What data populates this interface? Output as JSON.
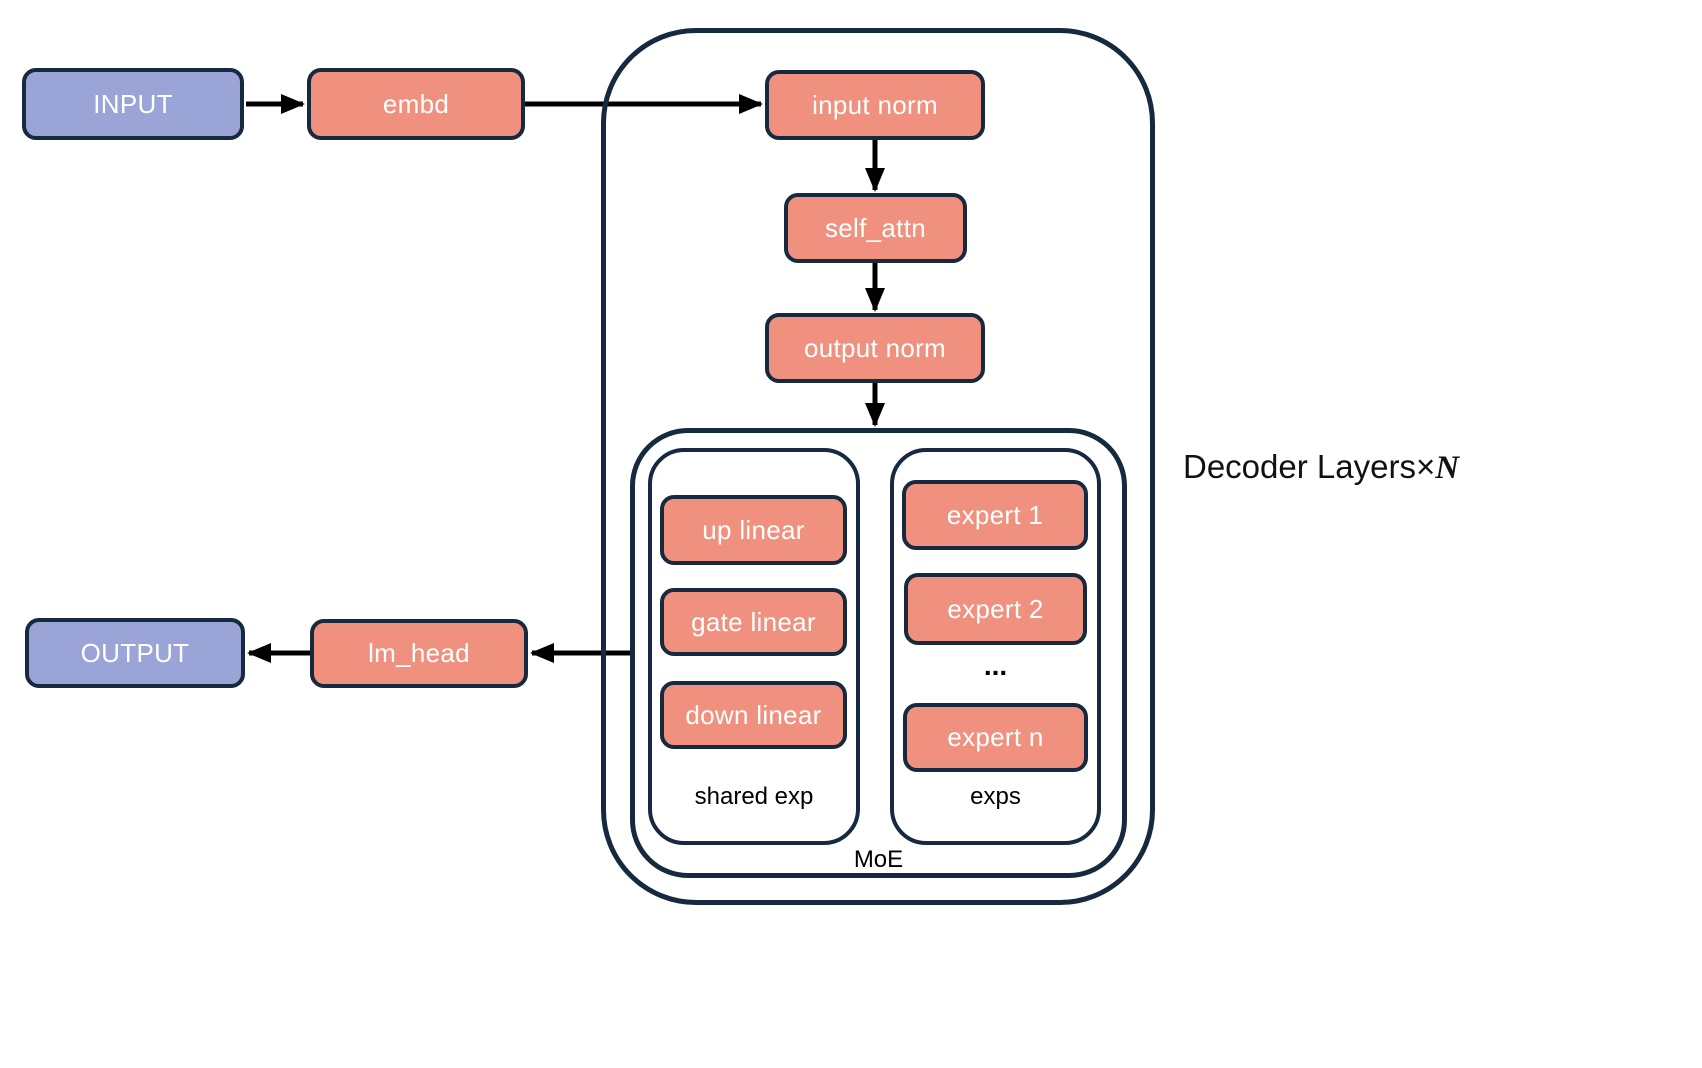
{
  "diagram": {
    "nodes": {
      "input": "INPUT",
      "embd": "embd",
      "input_norm": "input norm",
      "self_attn": "self_attn",
      "output_norm": "output norm",
      "up_linear": "up linear",
      "gate_linear": "gate linear",
      "down_linear": "down linear",
      "expert_1": "expert 1",
      "expert_2": "expert 2",
      "expert_ellipsis": "...",
      "expert_n": "expert n",
      "lm_head": "lm_head",
      "output": "OUTPUT"
    },
    "groups": {
      "shared_exp": "shared exp",
      "exps": "exps",
      "moe": "MoE",
      "decoder_layers_prefix": "Decoder Layers×",
      "decoder_layers_n": "N"
    },
    "colors": {
      "io_fill": "#9AA4D7",
      "module_fill": "#F0907E",
      "outline": "#16293E",
      "arrow": "#000000",
      "background": "#FFFFFF"
    }
  }
}
